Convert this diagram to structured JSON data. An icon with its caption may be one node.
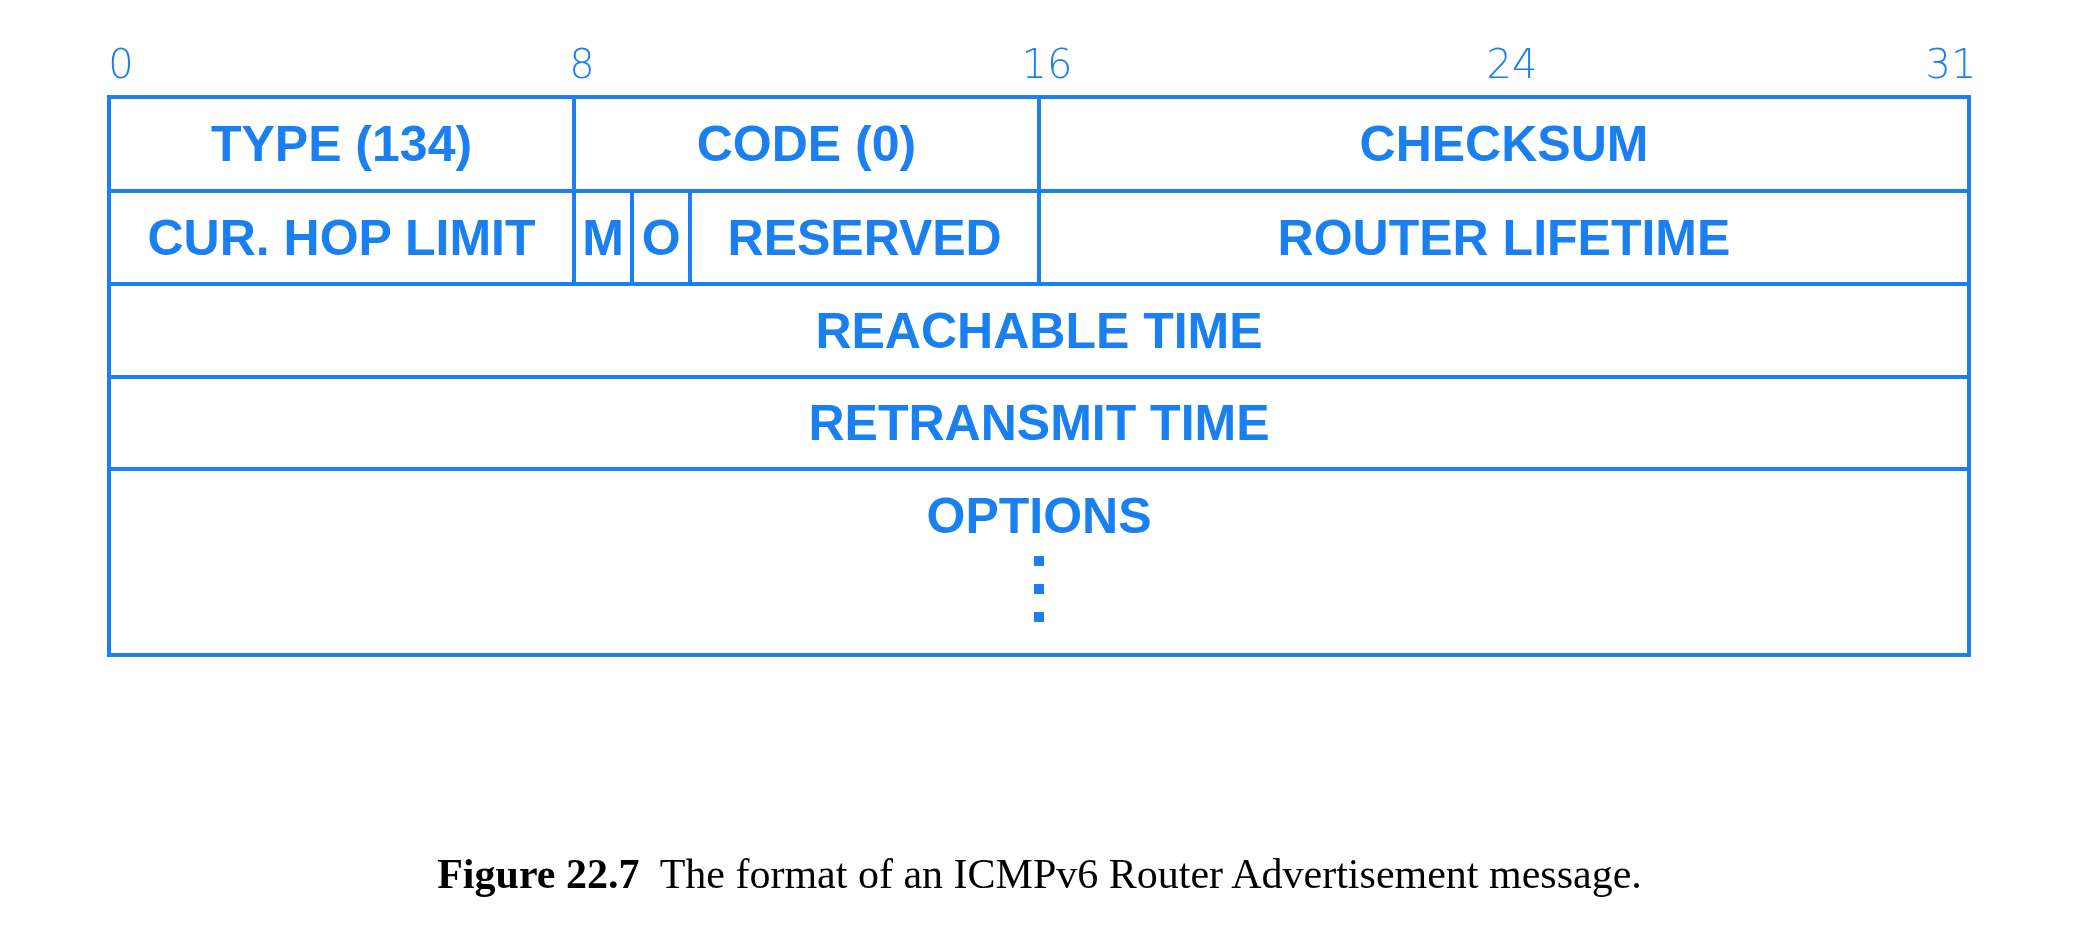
{
  "diagram": {
    "caption": "**Figure 22.7**  The format of an ICMPv6 Router Advertisement message.",
    "nodes": [
      {
        "text": [
          "TYPE (134)"
        ]
      },
      {
        "text": [
          "CODE (0)"
        ]
      },
      {
        "text": [
          "CHECKSUM"
        ]
      },
      {
        "text": [
          "CUR. HOP LIMIT"
        ]
      },
      {
        "text": [
          "M"
        ]
      },
      {
        "text": [
          "O"
        ]
      },
      {
        "text": [
          "RESERVED"
        ]
      },
      {
        "text": [
          "ROUTER LIFETIME"
        ]
      },
      {
        "text": [
          "REACHABLE TIME"
        ]
      },
      {
        "text": [
          "RETRANSMIT TIME"
        ]
      },
      {
        "text": [
          "OPTIONS"
        ]
      }
    ],
    "labels": [
      "0",
      "8",
      "16",
      "24",
      "31"
    ]
  }
}
